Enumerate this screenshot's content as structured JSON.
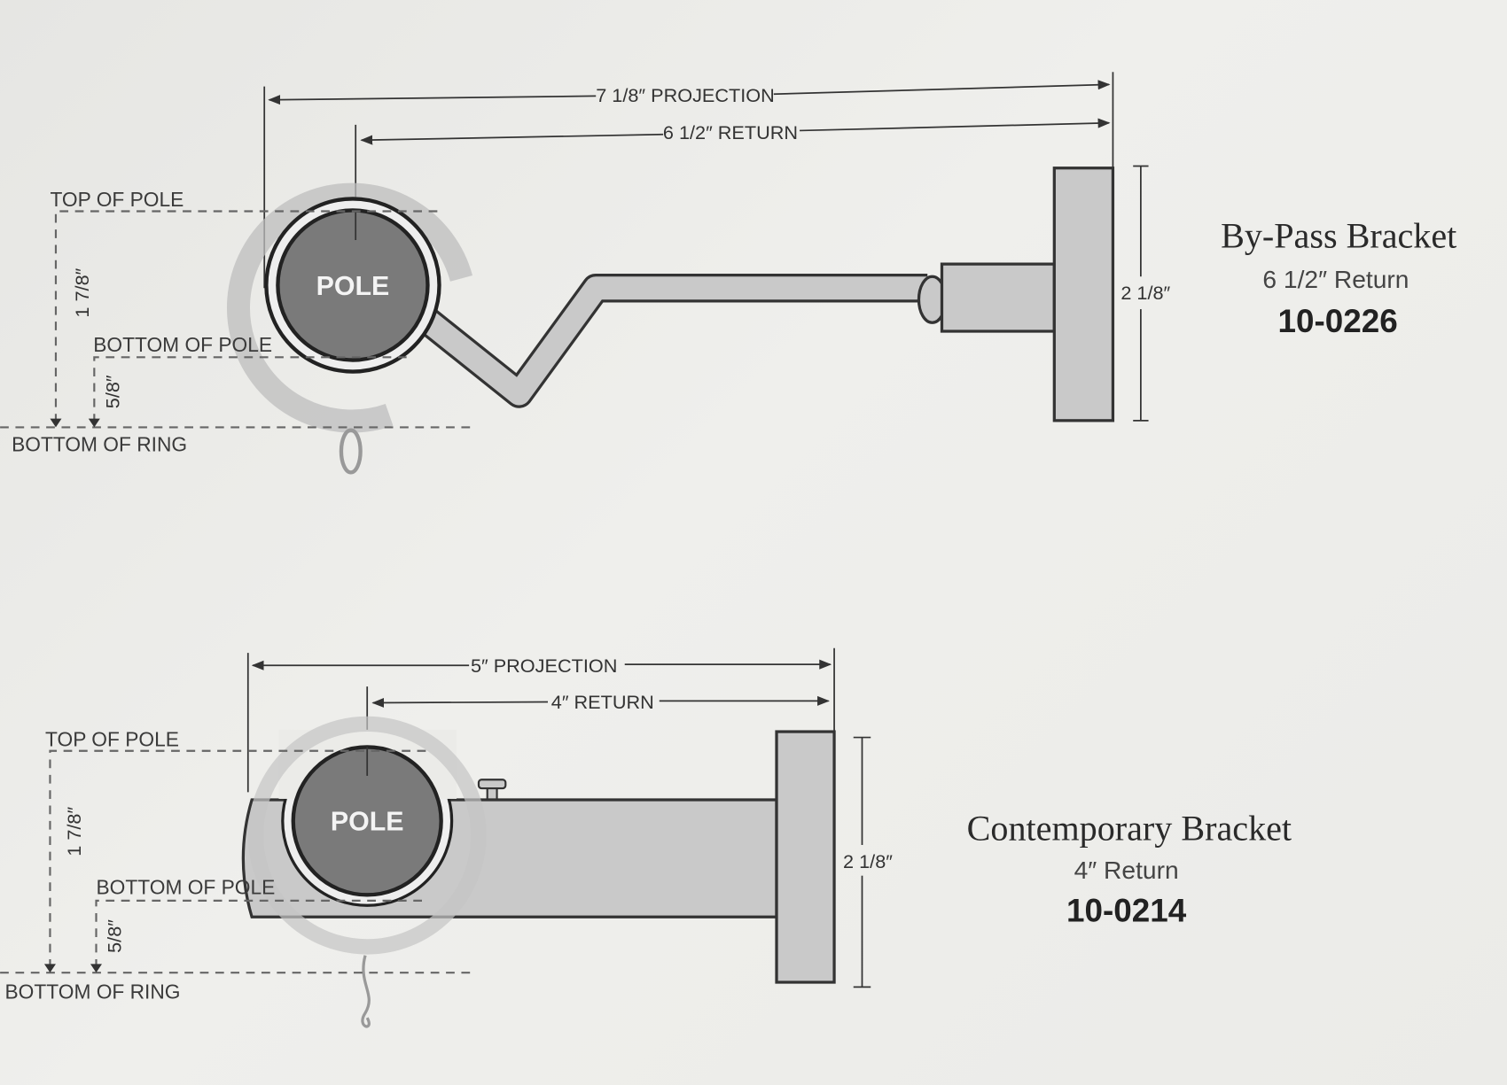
{
  "bypass": {
    "projection_label": "7 1/8″ PROJECTION",
    "return_label": "6 1/2″ RETURN",
    "top_of_pole": "TOP OF POLE",
    "bottom_of_pole": "BOTTOM OF POLE",
    "bottom_of_ring": "BOTTOM OF RING",
    "pole_label": "POLE",
    "dim_pole_to_ring": "1 7/8″",
    "dim_pole_bottom_to_ring": "5/8″",
    "plate_height": "2 1/8″",
    "name": "By-Pass Bracket",
    "return": "6 1/2″ Return",
    "code": "10-0226"
  },
  "contemporary": {
    "projection_label": "5″ PROJECTION",
    "return_label": "4″ RETURN",
    "top_of_pole": "TOP OF POLE",
    "bottom_of_pole": "BOTTOM OF POLE",
    "bottom_of_ring": "BOTTOM OF RING",
    "pole_label": "POLE",
    "dim_pole_to_ring": "1 7/8″",
    "dim_pole_bottom_to_ring": "5/8″",
    "plate_height": "2 1/8″",
    "name": "Contemporary Bracket",
    "return": "4″ Return",
    "code": "10-0214"
  },
  "colors": {
    "metal": "#c9c9c9",
    "pole": "#7a7a7a",
    "ring": "#d4d4d4",
    "line": "#333333"
  }
}
